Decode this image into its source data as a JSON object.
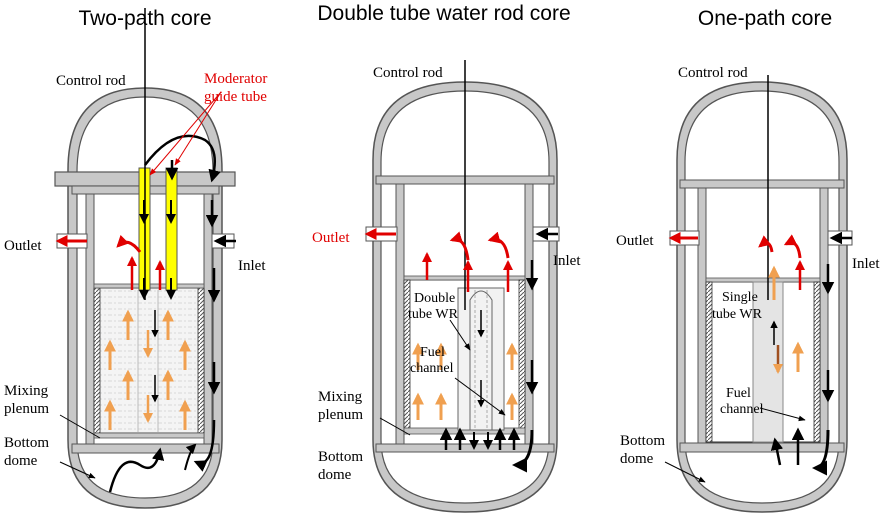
{
  "colors": {
    "vessel_fill": "#c8c8c8",
    "vessel_stroke": "#555555",
    "moderator_tube": "#ffff00",
    "flow_red": "#e00000",
    "flow_orange": "#f0a050",
    "flow_black": "#000000",
    "fuel_hatch": "#999999",
    "wr_fill": "#e4e4e4"
  },
  "panels": [
    {
      "title": "Two-path core",
      "labels": {
        "control_rod": "Control rod",
        "moderator_1": "Moderator",
        "moderator_2": "guide tube",
        "outlet": "Outlet",
        "inlet": "Inlet",
        "mixing_1": "Mixing",
        "mixing_2": "plenum",
        "bottom_1": "Bottom",
        "bottom_2": "dome"
      }
    },
    {
      "title": "Double tube water rod core",
      "labels": {
        "control_rod": "Control rod",
        "outlet": "Outlet",
        "inlet": "Inlet",
        "wr_1": "Double",
        "wr_2": "tube WR",
        "fuel_1": "Fuel",
        "fuel_2": "channel",
        "mixing_1": "Mixing",
        "mixing_2": "plenum",
        "bottom_1": "Bottom",
        "bottom_2": "dome"
      }
    },
    {
      "title": "One-path core",
      "labels": {
        "control_rod": "Control rod",
        "outlet": "Outlet",
        "inlet": "Inlet",
        "wr_1": "Single",
        "wr_2": "tube WR",
        "fuel_1": "Fuel",
        "fuel_2": "channel",
        "bottom_1": "Bottom",
        "bottom_2": "dome"
      }
    }
  ]
}
